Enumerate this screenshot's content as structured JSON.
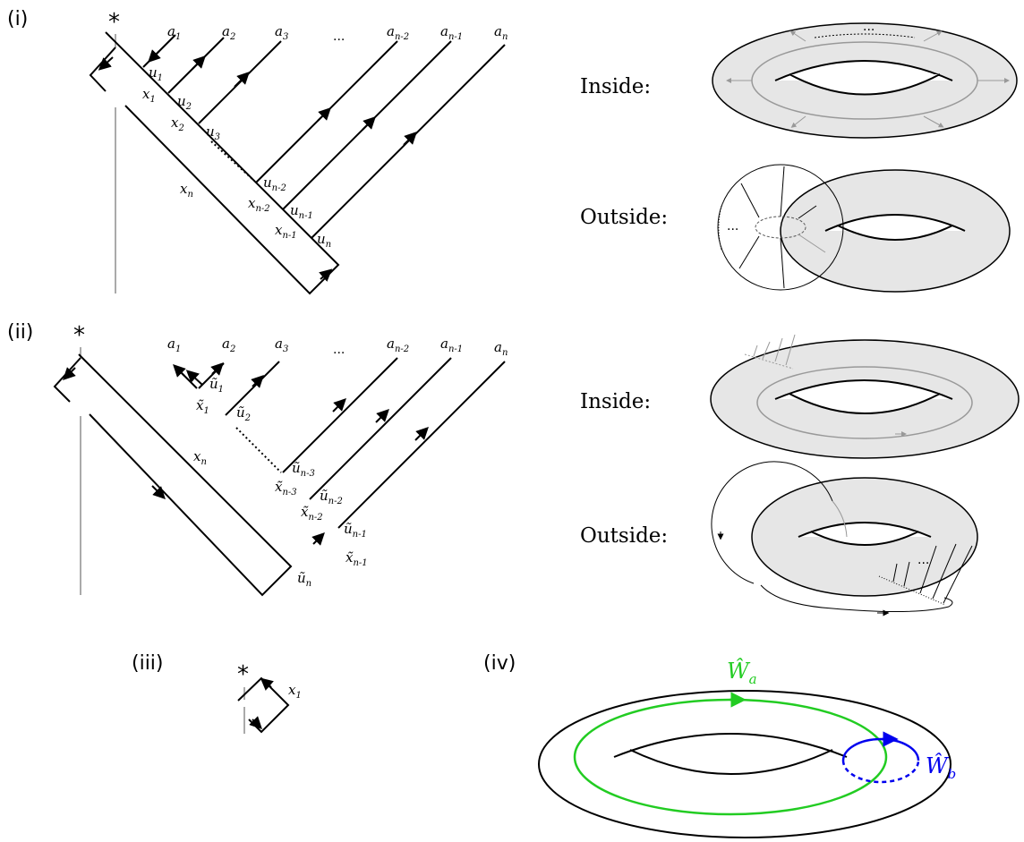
{
  "panels": {
    "i": "(i)",
    "ii": "(ii)",
    "iii": "(iii)",
    "iv": "(iv)"
  },
  "star": "*",
  "ellipsis": "...",
  "inside_label": "Inside:",
  "outside_label": "Outside:",
  "panel_i": {
    "a_labels": [
      {
        "base": "a",
        "sub": "1"
      },
      {
        "base": "a",
        "sub": "2"
      },
      {
        "base": "a",
        "sub": "3"
      },
      {
        "base": "a",
        "sub": "n-2"
      },
      {
        "base": "a",
        "sub": "n-1"
      },
      {
        "base": "a",
        "sub": "n"
      }
    ],
    "u_labels": [
      {
        "base": "u",
        "sub": "1"
      },
      {
        "base": "u",
        "sub": "2"
      },
      {
        "base": "u",
        "sub": "3"
      },
      {
        "base": "u",
        "sub": "n-2"
      },
      {
        "base": "u",
        "sub": "n-1"
      },
      {
        "base": "u",
        "sub": "n"
      }
    ],
    "x_labels": [
      {
        "base": "x",
        "sub": "1"
      },
      {
        "base": "x",
        "sub": "2"
      },
      {
        "base": "x",
        "sub": "n"
      },
      {
        "base": "x",
        "sub": "n-2"
      },
      {
        "base": "x",
        "sub": "n-1"
      }
    ]
  },
  "panel_ii": {
    "a_labels": [
      {
        "base": "a",
        "sub": "1"
      },
      {
        "base": "a",
        "sub": "2"
      },
      {
        "base": "a",
        "sub": "3"
      },
      {
        "base": "a",
        "sub": "n-2"
      },
      {
        "base": "a",
        "sub": "n-1"
      },
      {
        "base": "a",
        "sub": "n"
      }
    ],
    "u_labels": [
      {
        "base": "ũ",
        "sub": "1"
      },
      {
        "base": "ũ",
        "sub": "2"
      },
      {
        "base": "ũ",
        "sub": "n-3"
      },
      {
        "base": "ũ",
        "sub": "n-2"
      },
      {
        "base": "ũ",
        "sub": "n-1"
      },
      {
        "base": "ũ",
        "sub": "n"
      }
    ],
    "x_labels": [
      {
        "base": "x̃",
        "sub": "1"
      },
      {
        "base": "x",
        "sub": "n"
      },
      {
        "base": "x̃",
        "sub": "n-3"
      },
      {
        "base": "x̃",
        "sub": "n-2"
      },
      {
        "base": "x̃",
        "sub": "n-1"
      }
    ]
  },
  "panel_iii": {
    "x_label": {
      "base": "x",
      "sub": "1"
    }
  },
  "panel_iv": {
    "wa": {
      "base": "Ŵ",
      "sub": "a"
    },
    "wb": {
      "base": "Ŵ",
      "sub": "b"
    },
    "colors": {
      "wa": "#22cc22",
      "wb": "#0000ee",
      "torus_fill": "#e6e6e6"
    }
  }
}
